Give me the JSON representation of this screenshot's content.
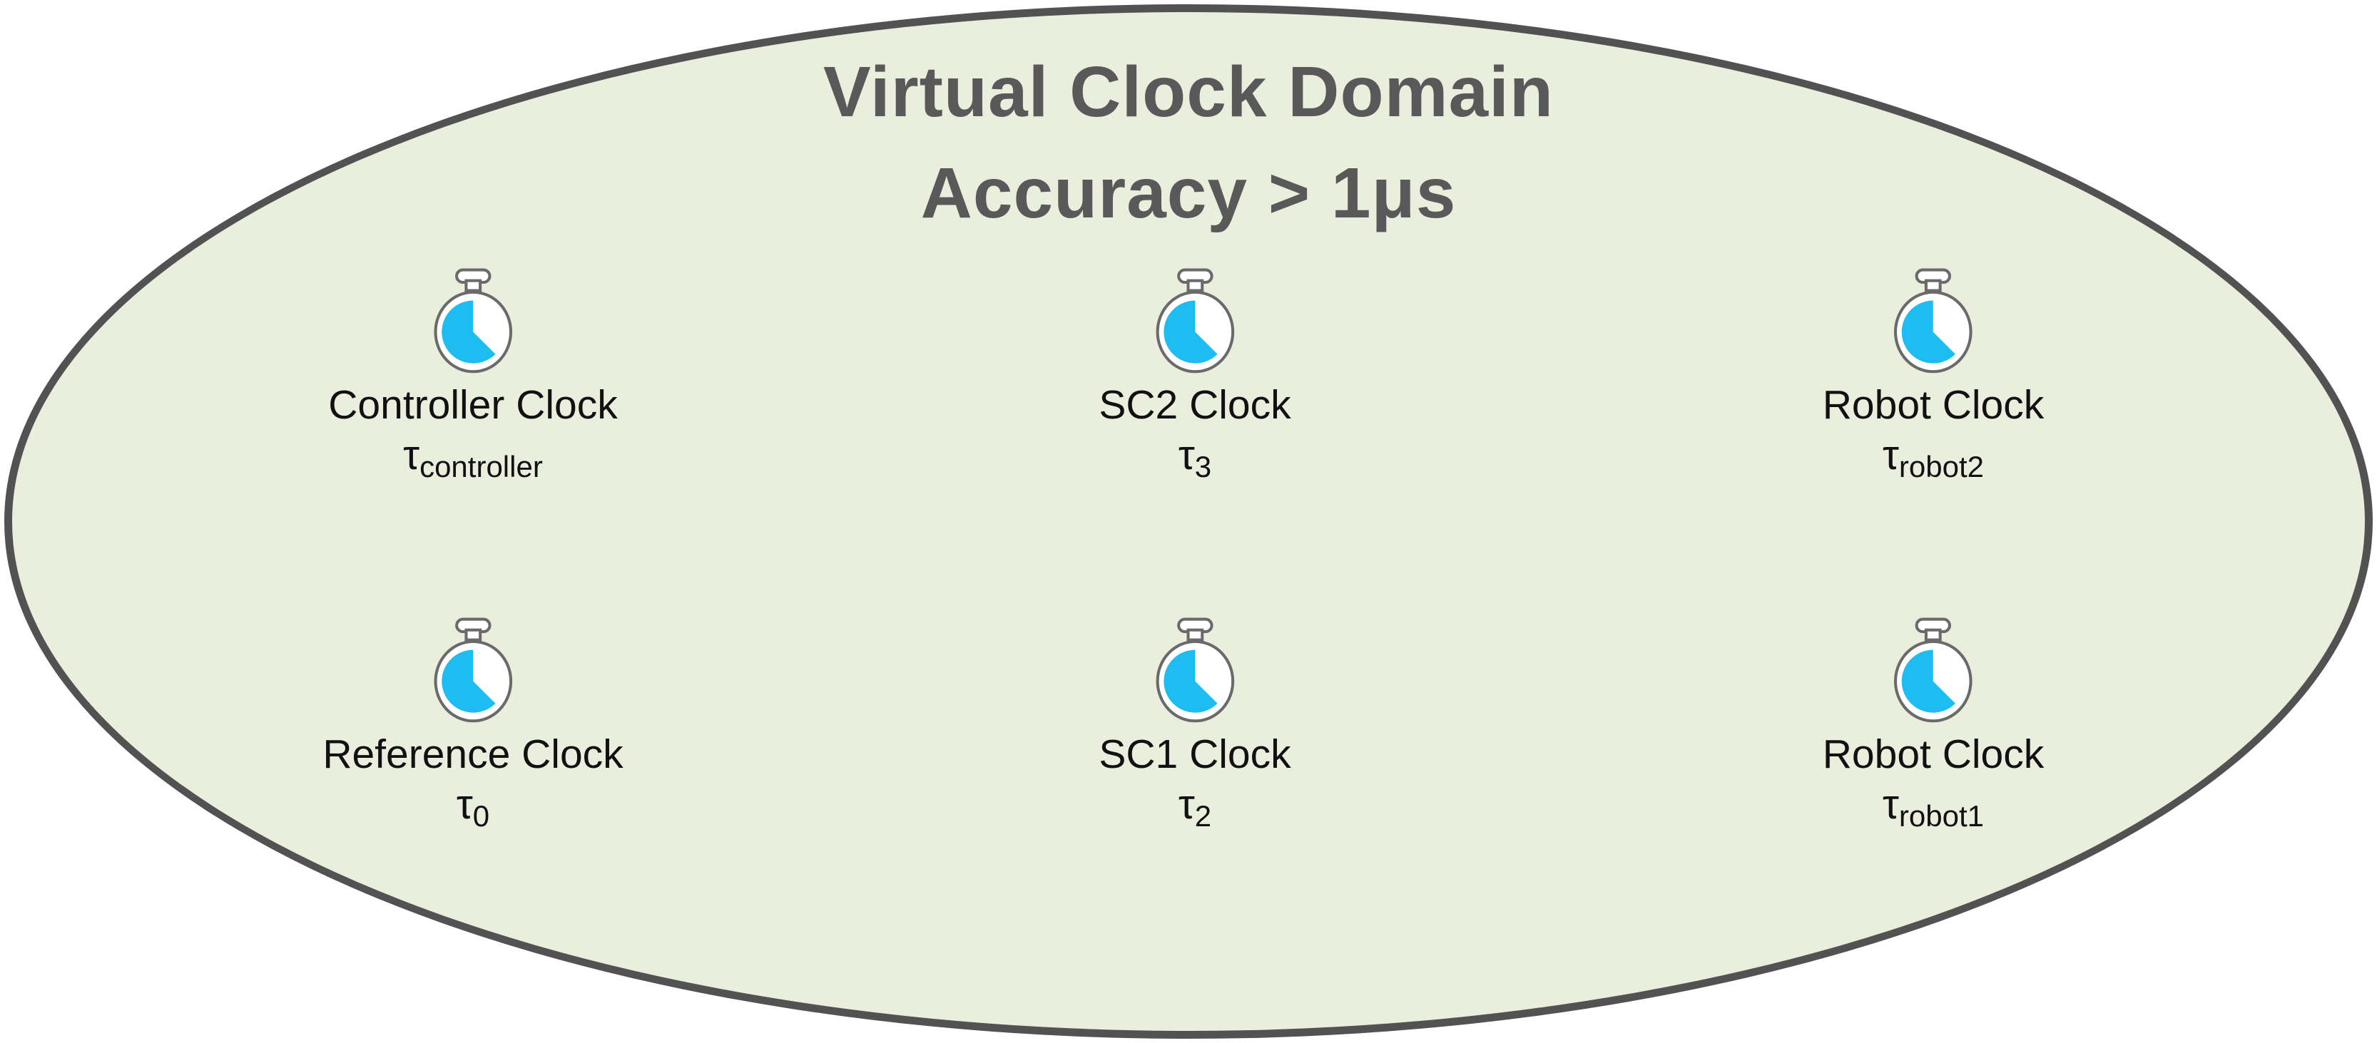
{
  "title": {
    "line1": "Virtual Clock Domain",
    "line2": "Accuracy > 1μs"
  },
  "colors": {
    "ellipse_fill": "#E9EEDD",
    "ellipse_border": "#525252",
    "title_text": "#595959",
    "label_text": "#111111",
    "stopwatch_face": "#FFFFFF",
    "stopwatch_outline": "#6A6A6A",
    "stopwatch_elapsed": "#1DBCF1"
  },
  "clocks": [
    {
      "label": "Controller Clock",
      "symbol_base": "τ",
      "symbol_sub": "controller"
    },
    {
      "label": "SC2 Clock",
      "symbol_base": "τ",
      "symbol_sub": "3"
    },
    {
      "label": "Robot Clock",
      "symbol_base": "τ",
      "symbol_sub": "robot2"
    },
    {
      "label": "Reference Clock",
      "symbol_base": "τ",
      "symbol_sub": "0"
    },
    {
      "label": "SC1 Clock",
      "symbol_base": "τ",
      "symbol_sub": "2"
    },
    {
      "label": "Robot Clock",
      "symbol_base": "τ",
      "symbol_sub": "robot1"
    }
  ]
}
